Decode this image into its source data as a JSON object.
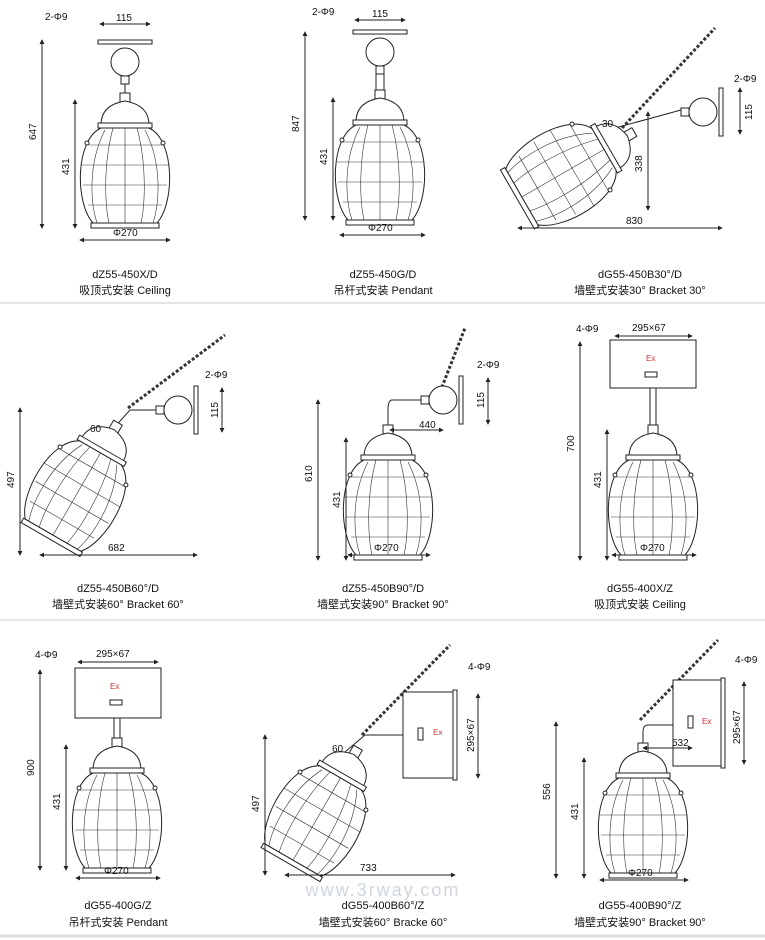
{
  "panels": [
    {
      "model": "dZ55-450X/D",
      "caption": "吸顶式安装 Ceiling",
      "dims": [
        "2-Φ9",
        "115",
        "647",
        "431",
        "Φ270"
      ]
    },
    {
      "model": "dZ55-450G/D",
      "caption": "吊杆式安装 Pendant",
      "dims": [
        "2-Φ9",
        "115",
        "847",
        "431",
        "Φ270"
      ]
    },
    {
      "model": "dG55-450B30°/D",
      "caption": "墙壁式安装30°   Bracket 30°",
      "dims": [
        "2-Φ9",
        "115",
        "30",
        "338",
        "830"
      ]
    },
    {
      "model": "dZ55-450B60°/D",
      "caption": "墙壁式安装60°   Bracket 60°",
      "dims": [
        "2-Φ9",
        "115",
        "60",
        "497",
        "682"
      ]
    },
    {
      "model": "dZ55-450B90°/D",
      "caption": "墙壁式安装90°   Bracket 90°",
      "dims": [
        "2-Φ9",
        "115",
        "440",
        "610",
        "431",
        "Φ270"
      ]
    },
    {
      "model": "dG55-400X/Z",
      "caption": "吸顶式安装 Ceiling",
      "dims": [
        "4-Φ9",
        "295×67",
        "700",
        "431",
        "Φ270"
      ]
    },
    {
      "model": "dG55-400G/Z",
      "caption": "吊杆式安装 Pendant",
      "dims": [
        "4-Φ9",
        "295×67",
        "900",
        "431",
        "Φ270"
      ]
    },
    {
      "model": "dG55-400B60°/Z",
      "caption": "墙壁式安装60°   Bracke 60°",
      "dims": [
        "4-Φ9",
        "295×67",
        "60",
        "497",
        "733"
      ]
    },
    {
      "model": "dG55-400B90°/Z",
      "caption": "墙壁式安装90°   Bracket 90°",
      "dims": [
        "4-Φ9",
        "295×67",
        "532",
        "556",
        "431",
        "Φ270"
      ]
    }
  ],
  "box_label": "Ex",
  "watermark": "www.3rway.com"
}
